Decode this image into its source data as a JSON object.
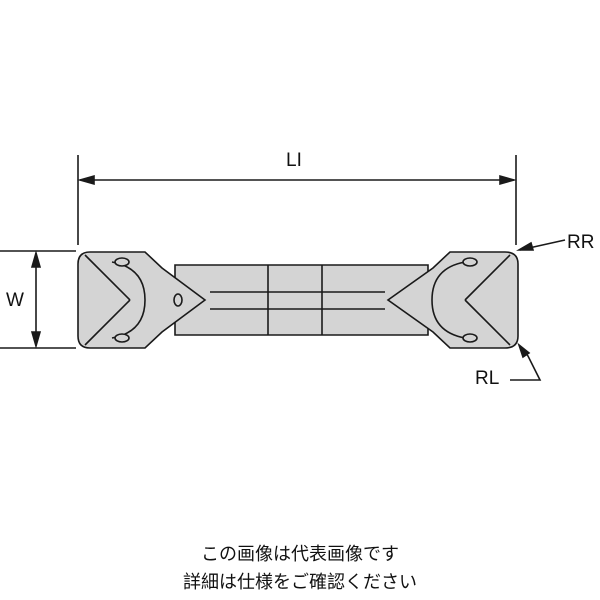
{
  "labels": {
    "length": "LI",
    "width": "W",
    "corner_right": "RR",
    "corner_left": "RL"
  },
  "note": {
    "line1": "この画像は代表画像です",
    "line2": "詳細は仕様をご確認ください"
  },
  "colors": {
    "body": "#d4d4d4",
    "line": "#1a1a1a"
  }
}
